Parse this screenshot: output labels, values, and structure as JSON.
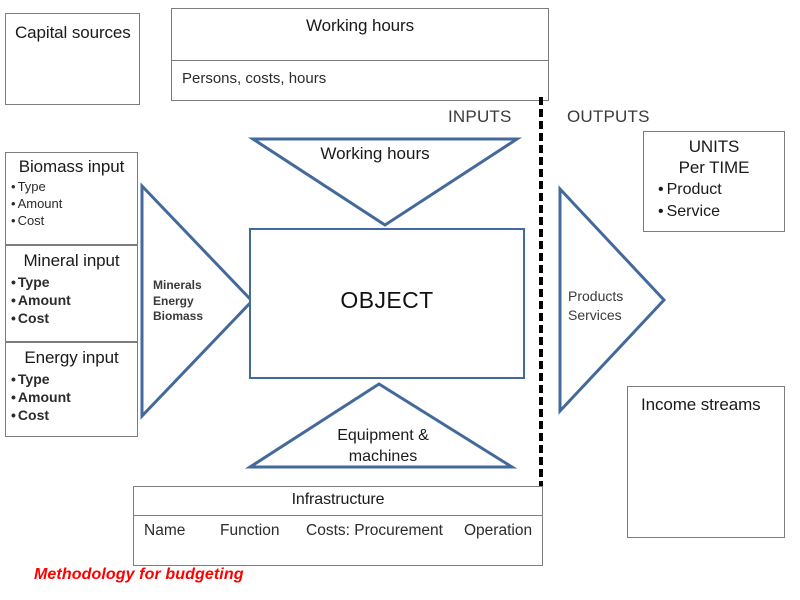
{
  "caption": "Methodology for budgeting",
  "section_labels": {
    "inputs": "INPUTS",
    "outputs": "OUTPUTS"
  },
  "colors": {
    "arrow_blue": "#44699b",
    "box_outline": "#7d7d7d",
    "caption_red": "#ff0000",
    "separator": "#000000"
  },
  "capital_sources": {
    "title": "Capital sources"
  },
  "working_hours_box": {
    "title": "Working hours",
    "detail": "Persons, costs, hours"
  },
  "input_boxes": [
    {
      "title": "Biomass input",
      "items": [
        "Type",
        "Amount",
        "Cost"
      ],
      "bold": false
    },
    {
      "title": "Mineral input",
      "items": [
        "Type",
        "Amount",
        "Cost"
      ],
      "bold": true
    },
    {
      "title": "Energy input",
      "items": [
        "Type",
        "Amount",
        "Cost"
      ],
      "bold": true
    }
  ],
  "input_arrow": {
    "lines": [
      "Minerals",
      "Energy",
      "Biomass"
    ]
  },
  "top_triangle": {
    "label": "Working hours"
  },
  "bottom_triangle": {
    "line1": "Equipment &",
    "line2": "machines"
  },
  "object": {
    "label": "OBJECT"
  },
  "output_arrow": {
    "lines": [
      "Products",
      "Services"
    ]
  },
  "units_box": {
    "line1": "UNITS",
    "line2": "Per TIME",
    "items": [
      "Product",
      "Service"
    ]
  },
  "income_box": {
    "title": "Income streams"
  },
  "infrastructure": {
    "title": "Infrastructure",
    "columns": [
      "Name",
      "Function",
      "Costs: Procurement",
      "Operation"
    ]
  }
}
